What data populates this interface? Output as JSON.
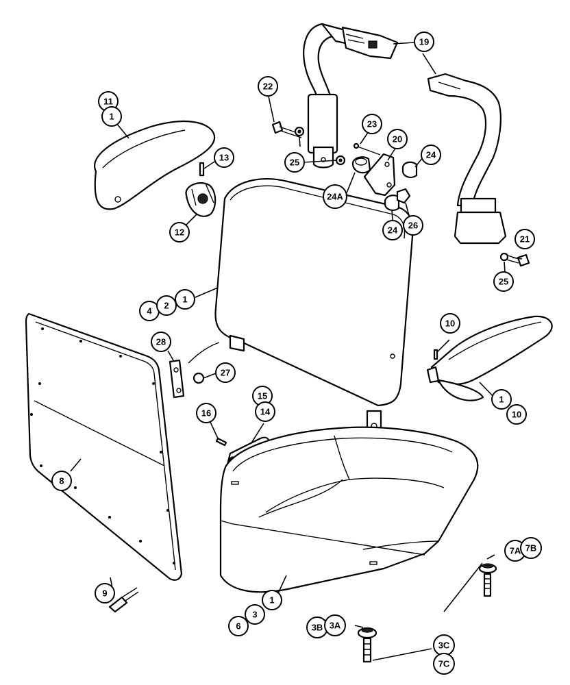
{
  "callouts": [
    {
      "id": "c11a",
      "label": "11"
    },
    {
      "id": "c1a",
      "label": "1"
    },
    {
      "id": "c13",
      "label": "13"
    },
    {
      "id": "c12",
      "label": "12"
    },
    {
      "id": "c22",
      "label": "22"
    },
    {
      "id": "c25a",
      "label": "25"
    },
    {
      "id": "c23",
      "label": "23"
    },
    {
      "id": "c20",
      "label": "20"
    },
    {
      "id": "c24a",
      "label": "24"
    },
    {
      "id": "c24A",
      "label": "24A"
    },
    {
      "id": "c24b",
      "label": "24"
    },
    {
      "id": "c26",
      "label": "26"
    },
    {
      "id": "c19",
      "label": "19"
    },
    {
      "id": "c21",
      "label": "21"
    },
    {
      "id": "c25b",
      "label": "25"
    },
    {
      "id": "c4",
      "label": "4"
    },
    {
      "id": "c2",
      "label": "2"
    },
    {
      "id": "c1b",
      "label": "1"
    },
    {
      "id": "c28",
      "label": "28"
    },
    {
      "id": "c27",
      "label": "27"
    },
    {
      "id": "c15",
      "label": "15"
    },
    {
      "id": "c14",
      "label": "14"
    },
    {
      "id": "c16",
      "label": "16"
    },
    {
      "id": "c10a",
      "label": "10"
    },
    {
      "id": "c1c",
      "label": "1"
    },
    {
      "id": "c10b",
      "label": "10"
    },
    {
      "id": "c8",
      "label": "8"
    },
    {
      "id": "c9",
      "label": "9"
    },
    {
      "id": "c1d",
      "label": "1"
    },
    {
      "id": "c3a",
      "label": "3"
    },
    {
      "id": "c6",
      "label": "6"
    },
    {
      "id": "c7A",
      "label": "7A"
    },
    {
      "id": "c7B",
      "label": "7B"
    },
    {
      "id": "c3B",
      "label": "3B"
    },
    {
      "id": "c3A",
      "label": "3A"
    },
    {
      "id": "c3C",
      "label": "3C"
    },
    {
      "id": "c7C",
      "label": "7C"
    }
  ]
}
